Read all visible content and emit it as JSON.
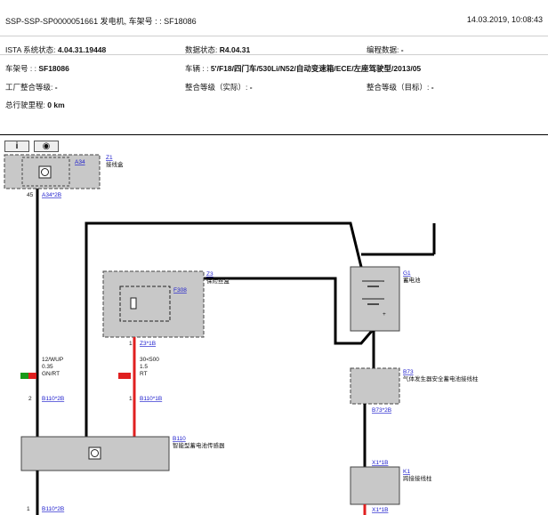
{
  "header": {
    "title": "SSP-SSP-SP0000051661 发电机, 车架号 : : SF18086",
    "datetime": "14.03.2019, 10:08:43"
  },
  "info": {
    "ista_label": "ISTA 系统状态:",
    "ista_value": "4.04.31.19448",
    "data_label": "数据状态:",
    "data_value": "R4.04.31",
    "prog_label": "编程数据:",
    "prog_value": "-",
    "vin_label": "车架号 : :",
    "vin_value": "SF18086",
    "vehicle_label": "车辆 : :",
    "vehicle_value": "5'/F18/四门车/530Li/N52/自动变速箱/ECE/左座驾驶型/2013/05",
    "factory_label": "工厂整合等级:",
    "factory_value": "-",
    "actual_label": "整合等级（实际）:",
    "actual_value": "-",
    "target_label": "整合等级（目标）:",
    "target_value": "-",
    "mileage_label": "总行驶里程:",
    "mileage_value": "0 km"
  },
  "toolbar": {
    "info_label": "i",
    "view_label": "◉"
  },
  "diagram": {
    "z1": {
      "code": "Z1",
      "name": "接线盒",
      "module": "A34"
    },
    "a34_pin": "45",
    "a34_conn": "A34*2B",
    "z3": {
      "code": "Z3",
      "name": "保险丝盒",
      "fuse": "F308"
    },
    "z3_pin": "1",
    "z3_conn": "Z3*1B",
    "wire1": {
      "color": "12/WUP",
      "size": "0.35",
      "code": "GN/RT"
    },
    "wire2": {
      "color": "30<500",
      "size": "1.5",
      "code": "RT"
    },
    "b110_pin_a": "2",
    "b110_conn_a": "B110*2B",
    "b110_pin_b": "1",
    "b110_conn_b": "B110*1B",
    "b110": {
      "code": "B110",
      "name": "智能型蓄电池传感器"
    },
    "g1": {
      "code": "G1",
      "name": "蓄电池"
    },
    "b73": {
      "code": "B73",
      "name": "气体发生器安全蓄电池接线柱"
    },
    "b73_conn": "B73*2B",
    "x1": {
      "code": "K1",
      "name": "跨接接线柱",
      "conn_top": "X1*1B",
      "conn_bottom": "X1*1B"
    },
    "bottom_pin": "1",
    "bottom_conn": "B110*2B"
  },
  "colors": {
    "red": "#e02020",
    "green": "#1a9a1a",
    "gray": "#c8c8c8"
  }
}
